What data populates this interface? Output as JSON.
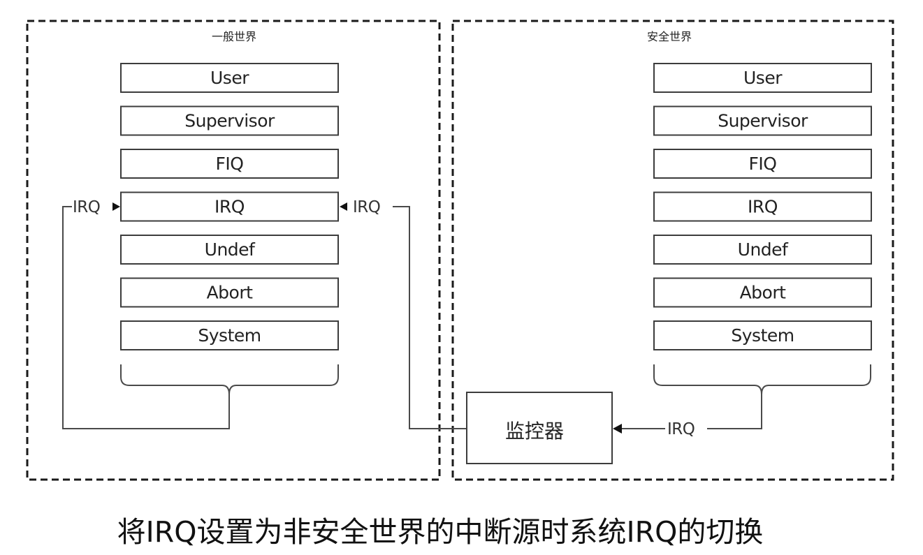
{
  "normal_world": {
    "title": "一般世界",
    "modes": [
      "User",
      "Supervisor",
      "FIQ",
      "IRQ",
      "Undef",
      "Abort",
      "System"
    ],
    "irq_in_label": "IRQ",
    "irq_out_label": "IRQ"
  },
  "secure_world": {
    "title": "安全世界",
    "modes": [
      "User",
      "Supervisor",
      "FIQ",
      "IRQ",
      "Undef",
      "Abort",
      "System"
    ],
    "irq_to_monitor_label": "IRQ"
  },
  "monitor": {
    "label": "监控器"
  },
  "caption": "将IRQ设置为非安全世界的中断源时系统IRQ的切换"
}
